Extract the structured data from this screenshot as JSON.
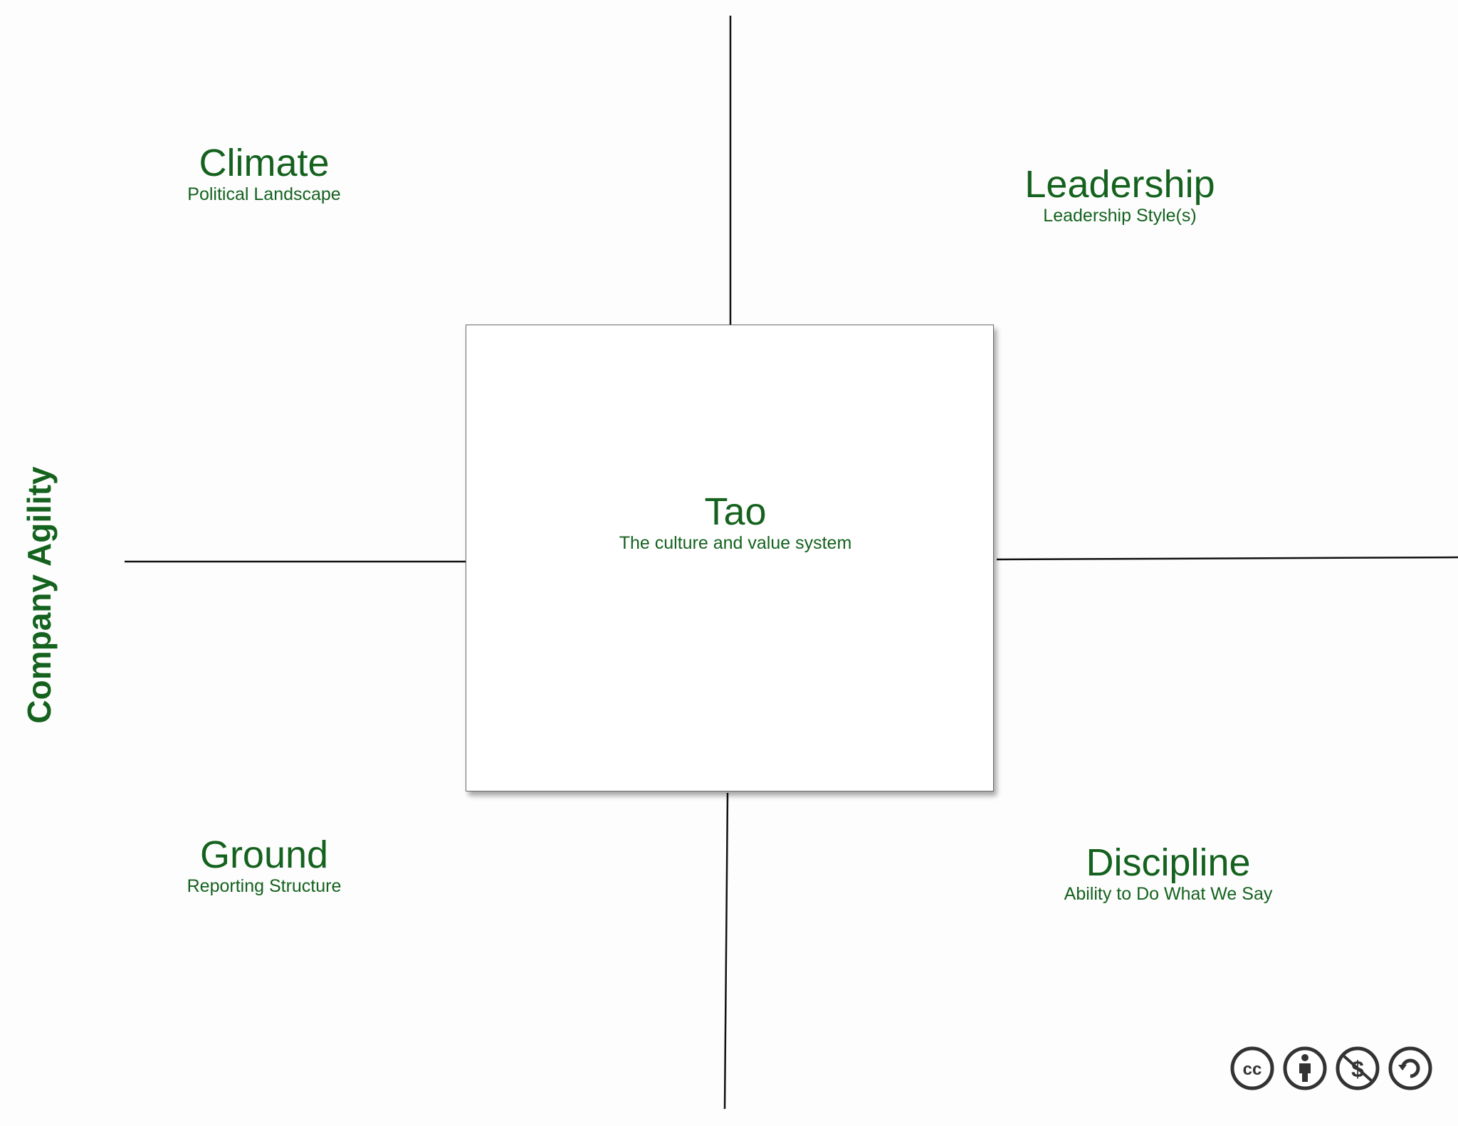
{
  "diagram": {
    "center": {
      "title": "Tao",
      "subtitle": "The culture and value system"
    },
    "quadrants": {
      "top_left": {
        "title": "Climate",
        "subtitle": "Political Landscape"
      },
      "top_right": {
        "title": "Leadership",
        "subtitle": "Leadership Style(s)"
      },
      "bottom_left": {
        "title": "Ground",
        "subtitle": "Reporting Structure"
      },
      "bottom_right": {
        "title": "Discipline",
        "subtitle": "Ability to Do What We Say"
      }
    },
    "side_label": "Company Agility",
    "license_icons": [
      "cc-icon",
      "attribution-icon",
      "noncommercial-icon",
      "share-alike-icon"
    ],
    "colors": {
      "text": "#14621e",
      "lines": "#111111",
      "box_border": "#6a6a6a",
      "background": "#fdfdfd"
    }
  }
}
